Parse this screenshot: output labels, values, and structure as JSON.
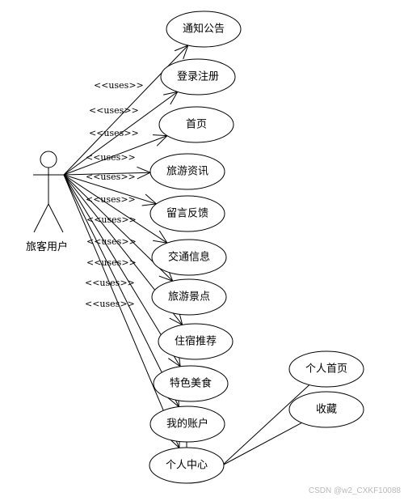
{
  "actor": {
    "label": "旅客用户"
  },
  "use_cases": [
    {
      "id": "notice",
      "label": "通知公告"
    },
    {
      "id": "login",
      "label": "登录注册"
    },
    {
      "id": "home",
      "label": "首页"
    },
    {
      "id": "news",
      "label": "旅游资讯"
    },
    {
      "id": "feedback",
      "label": "留言反馈"
    },
    {
      "id": "traffic",
      "label": "交通信息"
    },
    {
      "id": "spots",
      "label": "旅游景点"
    },
    {
      "id": "hotel",
      "label": "住宿推荐"
    },
    {
      "id": "food",
      "label": "特色美食"
    },
    {
      "id": "account",
      "label": "我的账户"
    },
    {
      "id": "center",
      "label": "个人中心"
    },
    {
      "id": "profile_home",
      "label": "个人首页"
    },
    {
      "id": "favorites",
      "label": "收藏"
    }
  ],
  "relations": [
    {
      "from": "actor",
      "to": "notice",
      "label": "<<uses>>"
    },
    {
      "from": "actor",
      "to": "login",
      "label": "<<uses>>"
    },
    {
      "from": "actor",
      "to": "home",
      "label": "<<uses>>"
    },
    {
      "from": "actor",
      "to": "news",
      "label": "<<uses>>"
    },
    {
      "from": "actor",
      "to": "feedback",
      "label": "<<uses>>"
    },
    {
      "from": "actor",
      "to": "traffic",
      "label": "<<uses>>"
    },
    {
      "from": "actor",
      "to": "spots",
      "label": "<<uses>>"
    },
    {
      "from": "actor",
      "to": "hotel",
      "label": "<<uses>>"
    },
    {
      "from": "actor",
      "to": "food",
      "label": "<<uses>>"
    },
    {
      "from": "actor",
      "to": "account",
      "label": "<<uses>>"
    },
    {
      "from": "actor",
      "to": "center",
      "label": "<<uses>>"
    },
    {
      "from": "center",
      "to": "profile_home",
      "label": ""
    },
    {
      "from": "center",
      "to": "favorites",
      "label": ""
    },
    {
      "from": "account",
      "to": "center",
      "label": ""
    }
  ],
  "watermark": "CSDN @w2_CXKF10088"
}
